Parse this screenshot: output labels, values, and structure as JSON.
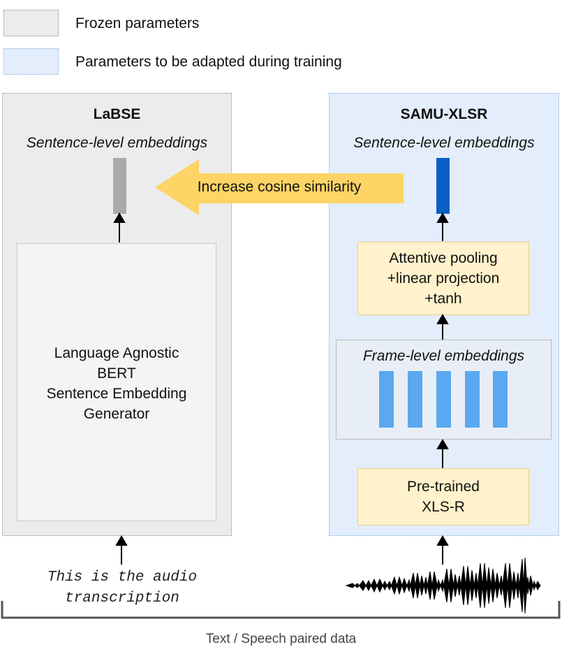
{
  "legend": {
    "frozen_label": "Frozen parameters",
    "adapted_label": "Parameters to be adapted during training"
  },
  "left_panel": {
    "title": "LaBSE",
    "embedding_label": "Sentence-level embeddings",
    "model_lines": [
      "Language Agnostic",
      "BERT",
      "Sentence Embedding",
      "Generator"
    ],
    "input_lines": [
      "This is the audio",
      "transcription"
    ]
  },
  "right_panel": {
    "title": "SAMU-XLSR",
    "embedding_label": "Sentence-level embeddings",
    "pooling_lines": [
      "Attentive pooling",
      "+linear projection",
      "+tanh"
    ],
    "frame_label": "Frame-level embeddings",
    "xlsr_lines": [
      "Pre-trained",
      "XLS-R"
    ]
  },
  "arrow_label": "Increase cosine similarity",
  "caption": "Text / Speech paired data",
  "colors": {
    "frozen_bg": "#ececec",
    "adapt_bg": "#e3edfb",
    "frozen_embedding": "#aaaaaa",
    "sentence_embedding": "#0a5fc4",
    "frame_embedding": "#5aa8f0",
    "arrow_fill": "#fdd465",
    "box_fill": "#fff2cc"
  },
  "icons": [
    "up-arrow-icon",
    "waveform-icon",
    "left-arrow-icon"
  ]
}
